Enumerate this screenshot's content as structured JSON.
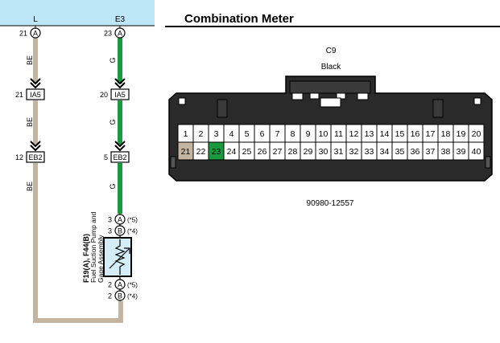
{
  "header": {
    "left_label": "L",
    "right_label": "E3",
    "background": "#bde6f7"
  },
  "title": "Combination Meter",
  "wires": {
    "be_color": "#c4b5a0",
    "g_color": "#1a9a3c",
    "left_code": "BE",
    "right_code": "G"
  },
  "left_pins": [
    {
      "num": "21",
      "letter": "A"
    },
    {
      "num": "21",
      "connector": "IA5"
    },
    {
      "num": "12",
      "connector": "EB2"
    }
  ],
  "right_pins": [
    {
      "num": "23",
      "letter": "A"
    },
    {
      "num": "20",
      "connector": "IA5"
    },
    {
      "num": "5",
      "connector": "EB2"
    }
  ],
  "component": {
    "id": "F19(A), F44(B)",
    "name_line1": "Fuel Suction Pump and",
    "name_line2": "Gage Assembly",
    "top_pins": [
      {
        "num": "3",
        "letter": "A",
        "note": "(*5)"
      },
      {
        "num": "3",
        "letter": "B",
        "note": "(*4)"
      }
    ],
    "bottom_pins": [
      {
        "num": "2",
        "letter": "A",
        "note": "(*5)"
      },
      {
        "num": "2",
        "letter": "B",
        "note": "(*4)"
      }
    ],
    "fill": "#d3eef9"
  },
  "connector": {
    "code": "C9",
    "color_name": "Black",
    "part_number": "90980-12557",
    "row1": [
      "1",
      "2",
      "3",
      "4",
      "5",
      "6",
      "7",
      "8",
      "9",
      "10",
      "11",
      "12",
      "13",
      "14",
      "15",
      "16",
      "17",
      "18",
      "19",
      "20"
    ],
    "row2": [
      "21",
      "22",
      "23",
      "24",
      "25",
      "26",
      "27",
      "28",
      "29",
      "30",
      "31",
      "32",
      "33",
      "34",
      "35",
      "36",
      "37",
      "38",
      "39",
      "40"
    ],
    "highlight_be": "21",
    "highlight_g": "23"
  }
}
